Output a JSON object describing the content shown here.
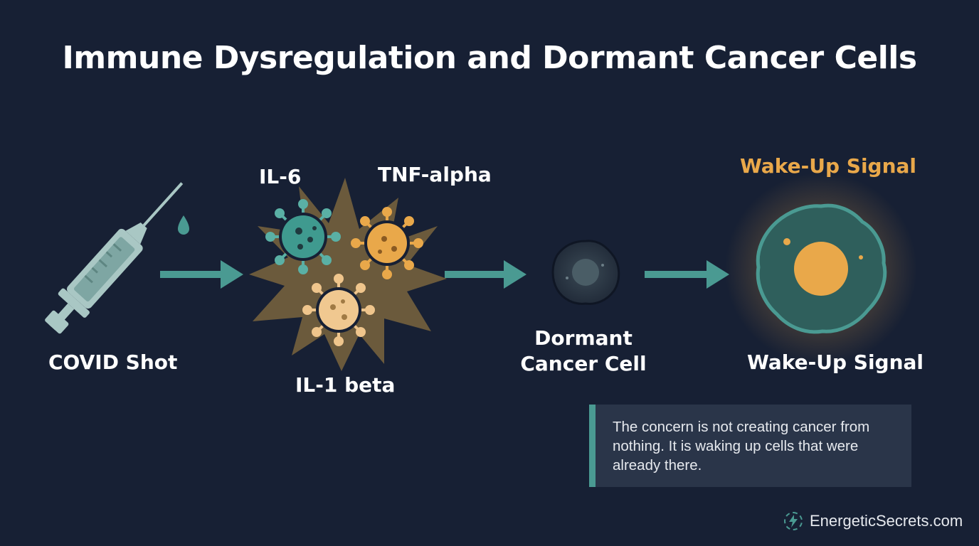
{
  "title": "Immune Dysregulation and Dormant Cancer Cells",
  "labels": {
    "covid_shot": "COVID Shot",
    "il6": "IL-6",
    "tnf_alpha": "TNF-alpha",
    "il1_beta": "IL-1 beta",
    "dormant_line1": "Dormant",
    "dormant_line2": "Cancer Cell",
    "wake_up_top": "Wake-Up Signal",
    "wake_up_bottom": "Wake-Up Signal"
  },
  "callout": {
    "text": "The concern is not creating cancer from nothing. It is waking up cells that were already there."
  },
  "brand": {
    "text": "EnergeticSecrets.com",
    "icon": "lightning-bolt-icon"
  },
  "colors": {
    "background": "#172034",
    "teal": "#4a9a92",
    "orange": "#e9a84a",
    "burst": "#6b5a3c"
  }
}
